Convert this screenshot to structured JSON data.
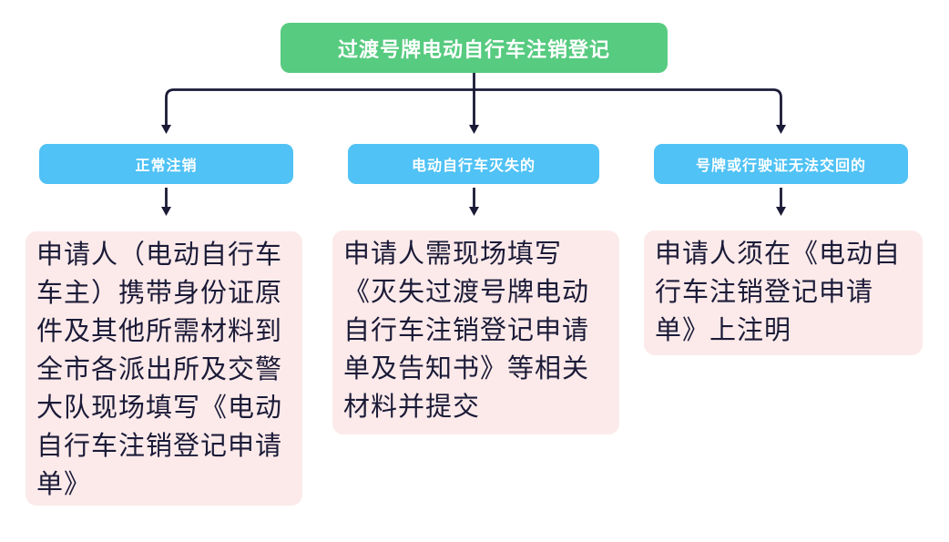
{
  "flowchart": {
    "title": "过渡号牌电动自行车注销登记",
    "branches": [
      {
        "condition": "正常注销",
        "action": "申请人（电动自行车车主）携带身份证原件及其他所需材料到全市各派出所及交警大队现场填写《电动自行车注销登记申请单》"
      },
      {
        "condition": "电动自行车灭失的",
        "action": "申请人需现场填写《灭失过渡号牌电动自行车注销登记申请单及告知书》等相关材料并提交"
      },
      {
        "condition": "号牌或行驶证无法交回的",
        "action": "申请人须在《电动自行车注销登记申请单》上注明"
      }
    ],
    "colors": {
      "root_bg": "#57cb80",
      "branch_bg": "#50c2f5",
      "action_bg": "#fceaea",
      "text_on_color": "#ffffff",
      "action_text": "#1b1b38",
      "connector": "#1b1b38"
    }
  }
}
